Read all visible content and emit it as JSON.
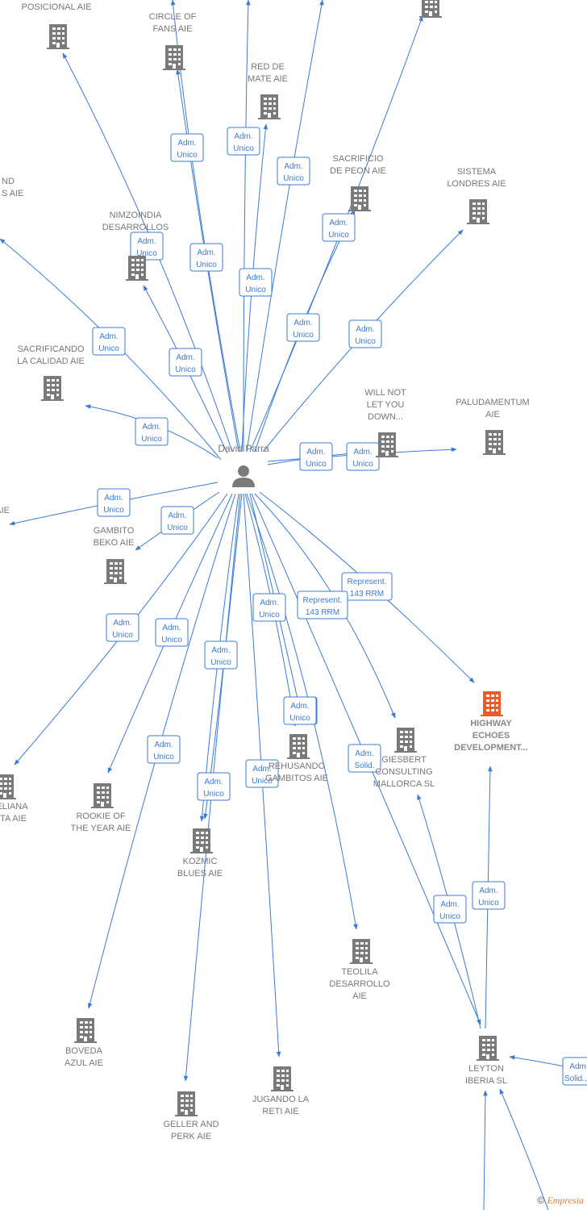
{
  "colors": {
    "edge": "#3a7bd5",
    "building": "#7a7a7a",
    "highlight": "#f05a28",
    "text": "#777777"
  },
  "center": {
    "name": "David Parra",
    "icon": "person-icon"
  },
  "nodes": [
    {
      "id": "n1",
      "lines": [
        "POSICIONAL  AIE"
      ],
      "icon": "building-icon"
    },
    {
      "id": "n2",
      "lines": [
        "CIRCLE OF",
        "FANS  AIE"
      ],
      "icon": "building-icon"
    },
    {
      "id": "n3",
      "lines": [
        "RED DE",
        "MATE  AIE"
      ],
      "icon": "building-icon"
    },
    {
      "id": "n4",
      "lines": [],
      "icon": "building-icon"
    },
    {
      "id": "n5",
      "lines": [
        "ND",
        "S  AIE"
      ],
      "icon": "building-icon"
    },
    {
      "id": "n6",
      "lines": [
        "SACRIFICIO",
        "DE PEON  AIE"
      ],
      "icon": "building-icon"
    },
    {
      "id": "n7",
      "lines": [
        "SISTEMA",
        "LONDRES  AIE"
      ],
      "icon": "building-icon"
    },
    {
      "id": "n8",
      "lines": [
        "NIMZOINDIA",
        "DESARROLLOS"
      ],
      "icon": "building-icon"
    },
    {
      "id": "n9",
      "lines": [
        "SACRIFICANDO",
        "LA CALIDAD  AIE"
      ],
      "icon": "building-icon"
    },
    {
      "id": "n10",
      "lines": [
        "WILL NOT",
        "LET YOU",
        "DOWN..."
      ],
      "icon": "building-icon"
    },
    {
      "id": "n11",
      "lines": [
        "PALUDAMENTUM",
        "AIE"
      ],
      "icon": "building-icon"
    },
    {
      "id": "n12",
      "lines": [
        "AIE"
      ],
      "icon": "building-icon"
    },
    {
      "id": "n13",
      "lines": [
        "GAMBITO",
        "BEKO  AIE"
      ],
      "icon": "building-icon"
    },
    {
      "id": "n14",
      "lines": [
        "HIGHWAY",
        "ECHOES",
        "DEVELOPMENT..."
      ],
      "icon": "building-icon-highlight"
    },
    {
      "id": "n15",
      "lines": [
        "GIESBERT",
        "CONSULTING",
        "MALLORCA  SL"
      ],
      "icon": "building-icon"
    },
    {
      "id": "n16",
      "lines": [
        "REHUSANDO",
        "GAMBITOS  AIE"
      ],
      "icon": "building-icon"
    },
    {
      "id": "n17",
      "lines": [
        "ELIANA",
        "ITA  AIE"
      ],
      "icon": "building-icon"
    },
    {
      "id": "n18",
      "lines": [
        "ROOKIE OF",
        "THE YEAR  AIE"
      ],
      "icon": "building-icon"
    },
    {
      "id": "n19",
      "lines": [
        "KOZMIC",
        "BLUES  AIE"
      ],
      "icon": "building-icon"
    },
    {
      "id": "n20",
      "lines": [
        "TEOLILA",
        "DESARROLLO",
        "AIE"
      ],
      "icon": "building-icon"
    },
    {
      "id": "n21",
      "lines": [
        "BOVEDA",
        "AZUL  AIE"
      ],
      "icon": "building-icon"
    },
    {
      "id": "n22",
      "lines": [
        "LEYTON",
        "IBERIA  SL"
      ],
      "icon": "building-icon"
    },
    {
      "id": "n23",
      "lines": [
        "JUGANDO LA",
        "RETI  AIE"
      ],
      "icon": "building-icon"
    },
    {
      "id": "n24",
      "lines": [
        "GELLER AND",
        "PERK  AIE"
      ],
      "icon": "building-icon"
    }
  ],
  "edges": [
    {
      "from": "center",
      "to": "n1",
      "label": [
        "Adm.",
        "Unico"
      ]
    },
    {
      "from": "center",
      "to": "n2",
      "label": [
        "Adm.",
        "Unico"
      ]
    },
    {
      "from": "center",
      "to": "n2b",
      "label": [
        "Adm.",
        "Unico"
      ]
    },
    {
      "from": "center",
      "to": "n3",
      "label": [
        "Adm.",
        "Unico"
      ]
    },
    {
      "from": "center",
      "to": "n3b",
      "label": [
        "Adm.",
        "Unico"
      ]
    },
    {
      "from": "center",
      "to": "n4",
      "label": [
        "Adm.",
        "Unico"
      ]
    },
    {
      "from": "center",
      "to": "n4b",
      "label": [
        "Adm.",
        "Unico"
      ]
    },
    {
      "from": "center",
      "to": "n5",
      "label": [
        "Adm.",
        "Unico"
      ]
    },
    {
      "from": "center",
      "to": "n6",
      "label": [
        "Adm.",
        "Unico"
      ]
    },
    {
      "from": "center",
      "to": "n7",
      "label": [
        "Adm.",
        "Unico"
      ]
    },
    {
      "from": "center",
      "to": "n8",
      "label": [
        "Adm.",
        "Unico"
      ]
    },
    {
      "from": "center",
      "to": "n8b",
      "label": [
        "Adm.",
        "Unico"
      ]
    },
    {
      "from": "center",
      "to": "n9",
      "label": [
        "Adm.",
        "Unico"
      ]
    },
    {
      "from": "center",
      "to": "n10",
      "label": [
        "Adm.",
        "Unico"
      ]
    },
    {
      "from": "center",
      "to": "n11",
      "label": [
        "Adm.",
        "Unico"
      ]
    },
    {
      "from": "center",
      "to": "n12",
      "label": [
        "Adm.",
        "Unico"
      ]
    },
    {
      "from": "center",
      "to": "n13",
      "label": [
        "Adm.",
        "Unico"
      ]
    },
    {
      "from": "center",
      "to": "n14",
      "label": [
        "Represent.",
        "143 RRM"
      ]
    },
    {
      "from": "center",
      "to": "n15",
      "label": [
        "Represent.",
        "143 RRM"
      ]
    },
    {
      "from": "center",
      "to": "n16",
      "label": [
        "Adm.",
        "Unico"
      ]
    },
    {
      "from": "center",
      "to": "n16b",
      "label": [
        "Adm.",
        "Unico"
      ]
    },
    {
      "from": "center",
      "to": "n17",
      "label": [
        "Adm.",
        "Unico"
      ]
    },
    {
      "from": "center",
      "to": "n18",
      "label": [
        "Adm.",
        "Unico"
      ]
    },
    {
      "from": "center",
      "to": "n19",
      "label": [
        "Adm.",
        "Unico"
      ]
    },
    {
      "from": "center",
      "to": "n19b",
      "label": [
        "Adm.",
        "Unico"
      ]
    },
    {
      "from": "center",
      "to": "n20",
      "label": [
        "Adm.",
        "Unico"
      ]
    },
    {
      "from": "center",
      "to": "n21",
      "label": [
        "Adm.",
        "Unico"
      ]
    },
    {
      "from": "center",
      "to": "n22",
      "label": [
        "Adm.",
        "Solid."
      ]
    },
    {
      "from": "center",
      "to": "n23",
      "label": [
        "Adm.",
        "Unico"
      ]
    },
    {
      "from": "center",
      "to": "n24",
      "label": [
        "Adm.",
        "Unico"
      ]
    },
    {
      "from": "n22",
      "to": "n15",
      "label": [
        "Adm.",
        "Unico"
      ]
    },
    {
      "from": "n22",
      "to": "n14",
      "label": [
        "Adm.",
        "Unico"
      ]
    },
    {
      "from": "ext1",
      "to": "n22",
      "label": [
        "Adm.",
        "Solid.,..."
      ]
    },
    {
      "from": "ext2",
      "to": "n22",
      "label": []
    },
    {
      "from": "ext3",
      "to": "n22",
      "label": []
    }
  ],
  "watermark": {
    "symbol": "©",
    "brand": "Empresia"
  }
}
